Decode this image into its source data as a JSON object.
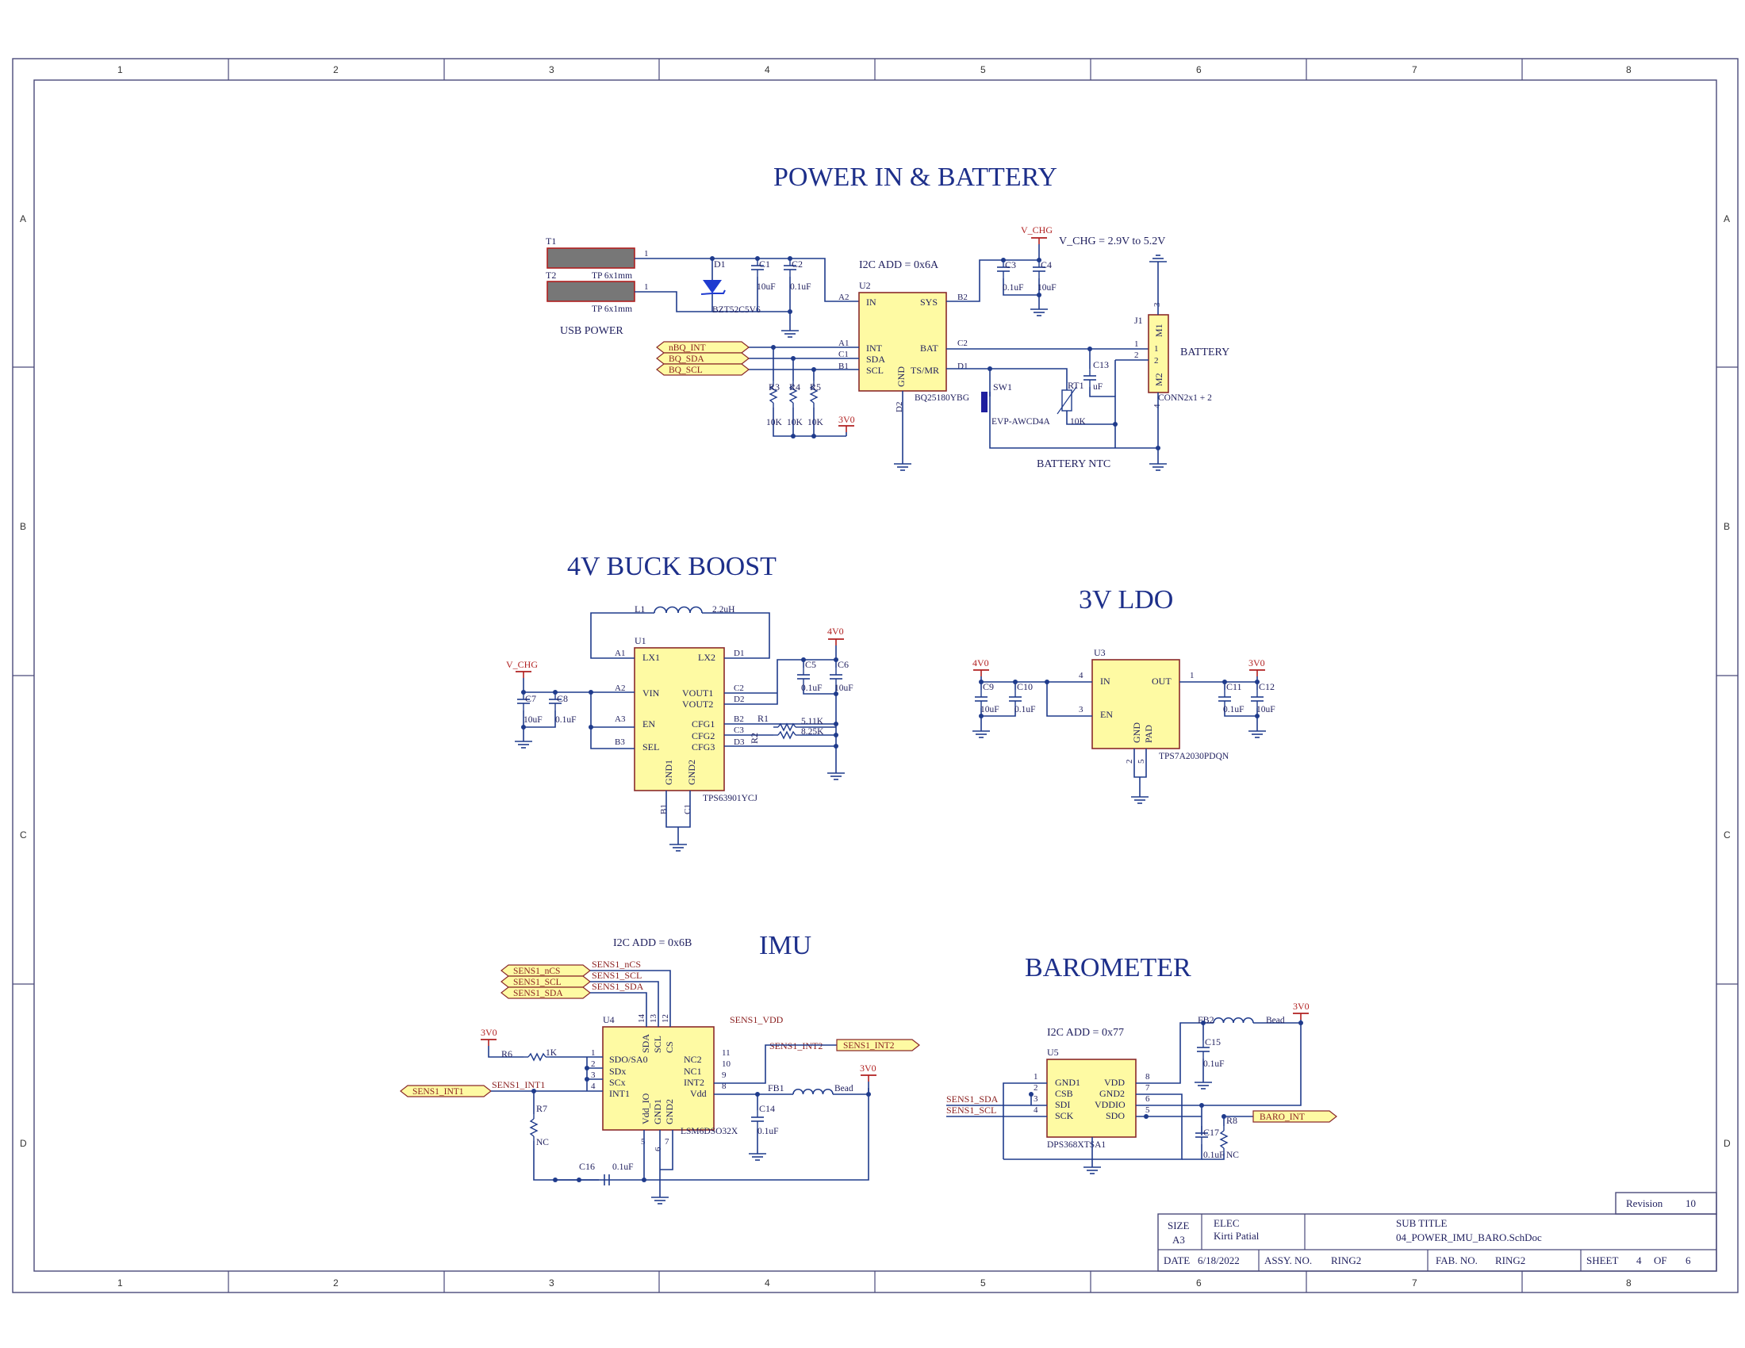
{
  "frame": {
    "col_labels": [
      "1",
      "2",
      "3",
      "4",
      "5",
      "6",
      "7",
      "8"
    ],
    "row_labels": [
      "A",
      "B",
      "C",
      "D"
    ]
  },
  "titles": {
    "power": "POWER IN & BATTERY",
    "buck": "4V BUCK BOOST",
    "ldo": "3V LDO",
    "imu": "IMU",
    "baro": "BAROMETER"
  },
  "notes": {
    "i2c_charger": "I2C ADD = 0x6A",
    "vchg_range": "V_CHG = 2.9V to 5.2V",
    "i2c_imu": "I2C ADD = 0x6B",
    "i2c_baro": "I2C ADD = 0x77",
    "usb_power": "USB POWER",
    "battery": "BATTERY",
    "battery_ntc": "BATTERY NTC"
  },
  "power_section": {
    "t1": "T1",
    "t2": "T2",
    "tp1": "TP 6x1mm",
    "tp2": "TP 6x1mm",
    "d1": "D1",
    "d1_val": "BZT52C5V6",
    "c1": "C1",
    "c1_val": "10uF",
    "c2": "C2",
    "c2_val": "0.1uF",
    "c3": "C3",
    "c3_val": "0.1uF",
    "c4": "C4",
    "c4_val": "10uF",
    "c13": "C13",
    "c13_val": "uF",
    "u2": "U2",
    "u2_part": "BQ25180YBG",
    "u2_pins": {
      "in": "IN",
      "sys": "SYS",
      "int": "INT",
      "bat": "BAT",
      "sda": "SDA",
      "scl": "SCL",
      "tsmr": "TS/MR",
      "gnd": "GND"
    },
    "u2_pads": {
      "a2": "A2",
      "b2": "B2",
      "a1": "A1",
      "c2": "C2",
      "c1": "C1",
      "b1": "B1",
      "d1": "D1",
      "d2": "D2"
    },
    "r3": "R3",
    "r3_val": "10K",
    "r4": "R4",
    "r4_val": "10K",
    "r5": "R5",
    "r5_val": "10K",
    "rt1": "RT1",
    "rt1_val": "10K",
    "sw1": "SW1",
    "sw1_part": "EVP-AWCD4A",
    "j1": "J1",
    "j1_part": "CONN2x1 + 2",
    "j1_m1": "M1",
    "j1_m2": "M2",
    "ports": [
      "nBQ_INT",
      "BQ_SDA",
      "BQ_SCL"
    ],
    "vchg": "V_CHG",
    "v3v0": "3V0"
  },
  "buck_section": {
    "l1": "L1",
    "l1_val": "2.2uH",
    "u1": "U1",
    "u1_part": "TPS63901YCJ",
    "u1_pins": {
      "lx1": "LX1",
      "lx2": "LX2",
      "vin": "VIN",
      "vout1": "VOUT1",
      "vout2": "VOUT2",
      "en": "EN",
      "cfg1": "CFG1",
      "cfg2": "CFG2",
      "cfg3": "CFG3",
      "sel": "SEL",
      "gnd1": "GND1",
      "gnd2": "GND2"
    },
    "u1_pads": {
      "a1": "A1",
      "d1": "D1",
      "a2": "A2",
      "c2": "C2",
      "d2": "D2",
      "a3": "A3",
      "b2": "B2",
      "c3": "C3",
      "b3": "B3",
      "d3": "D3",
      "b1": "B1",
      "c1": "C1"
    },
    "c5": "C5",
    "c5_val": "0.1uF",
    "c6": "C6",
    "c6_val": "10uF",
    "c7": "C7",
    "c7_val": "10uF",
    "c8": "C8",
    "c8_val": "0.1uF",
    "r1": "R1",
    "r1_val": "5.11K",
    "r2": "R2",
    "r2_val": "8.25K",
    "vchg": "V_CHG",
    "v4v0": "4V0"
  },
  "ldo_section": {
    "u3": "U3",
    "u3_part": "TPS7A2030PDQN",
    "u3_pins": {
      "in": "IN",
      "out": "OUT",
      "en": "EN",
      "gnd": "GND",
      "pad": "PAD"
    },
    "c9": "C9",
    "c9_val": "10uF",
    "c10": "C10",
    "c10_val": "0.1uF",
    "c11": "C11",
    "c11_val": "0.1uF",
    "c12": "C12",
    "c12_val": "10uF",
    "v4v0": "4V0",
    "v3v0": "3V0"
  },
  "imu_section": {
    "u4": "U4",
    "u4_part": "LSM6DSO32X",
    "u4_pins": {
      "sdo": "SDO/SA0",
      "sdx": "SDx",
      "scx": "SCx",
      "int1": "INT1",
      "sda": "SDA",
      "scl": "SCL",
      "cs": "CS",
      "nc2": "NC2",
      "nc1": "NC1",
      "int2": "INT2",
      "vdd": "Vdd",
      "vddio": "Vdd_IO",
      "gnd1": "GND1",
      "gnd2": "GND2"
    },
    "r6": "R6",
    "r6_val": "1K",
    "r7": "R7",
    "r7_val": "NC",
    "c14": "C14",
    "c14_val": "0.1uF",
    "c16": "C16",
    "c16_val": "0.1uF",
    "fb1": "FB1",
    "fb1_val": "Bead",
    "nets": [
      "SENS1_nCS",
      "SENS1_SCL",
      "SENS1_SDA",
      "SENS1_INT1",
      "SENS1_INT2",
      "SENS1_VDD"
    ],
    "ports_left": [
      "SENS1_nCS",
      "SENS1_SCL",
      "SENS1_SDA"
    ],
    "port_int1": "SENS1_INT1",
    "port_int2": "SENS1_INT2",
    "v3v0": "3V0"
  },
  "baro_section": {
    "u5": "U5",
    "u5_part": "DPS368XTSA1",
    "u5_pins": {
      "gnd1": "GND1",
      "csb": "CSB",
      "sdi": "SDI",
      "sck": "SCK",
      "vdd": "VDD",
      "gnd2": "GND2",
      "vddio": "VDDIO",
      "sdo": "SDO"
    },
    "fb2": "FB2",
    "fb2_val": "Bead",
    "c15": "C15",
    "c15_val": "0.1uF",
    "c17": "C17",
    "c17_val": "0.1uF",
    "r8": "R8",
    "r8_val": "NC",
    "nets": [
      "SENS1_SDA",
      "SENS1_SCL"
    ],
    "port_int": "BARO_INT",
    "v3v0": "3V0"
  },
  "title_block": {
    "revision_label": "Revision",
    "revision": "10",
    "size_label": "SIZE",
    "size": "A3",
    "group": "ELEC",
    "author": "Kirti Patial",
    "subtitle_label": "SUB TITLE",
    "subtitle": "04_POWER_IMU_BARO.SchDoc",
    "date_label": "DATE",
    "date": "6/18/2022",
    "assy_label": "ASSY. NO.",
    "assy": "RING2",
    "fab_label": "FAB. NO.",
    "fab": "RING2",
    "sheet_label": "SHEET",
    "sheet": "4",
    "of_label": "OF",
    "sheet_total": "6"
  }
}
